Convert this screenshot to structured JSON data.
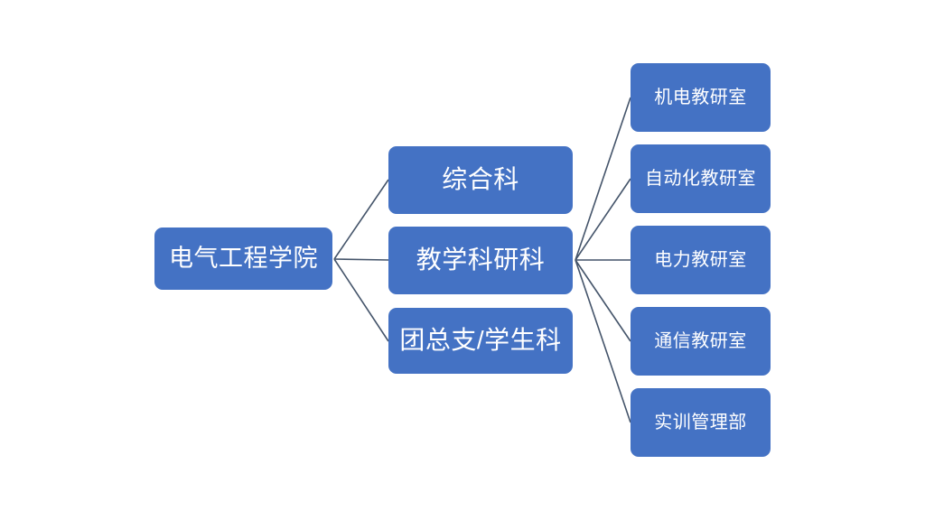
{
  "diagram": {
    "type": "org-chart",
    "orientation": "left-to-right",
    "title_text": "电气工程学院",
    "colors": {
      "node_fill": "#4472C4",
      "node_text": "#FFFFFF",
      "connector": "#44546A",
      "background": "#FFFFFF"
    },
    "root": {
      "label": "电气工程学院"
    },
    "level1": [
      {
        "label": "综合科"
      },
      {
        "label": "教学科研科"
      },
      {
        "label": "团总支/学生科"
      }
    ],
    "level2_parent": "教学科研科",
    "level2": [
      {
        "label": "机电教研室"
      },
      {
        "label": "自动化教研室"
      },
      {
        "label": "电力教研室"
      },
      {
        "label": "通信教研室"
      },
      {
        "label": "实训管理部"
      }
    ]
  }
}
